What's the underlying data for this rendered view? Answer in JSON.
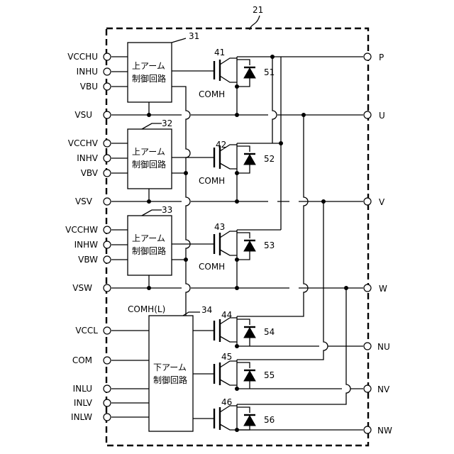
{
  "module_ref": "21",
  "comh_label": "COMH",
  "comhl_label": "COMH(L)",
  "left_terminals": [
    "VCCHU",
    "INHU",
    "VBU",
    "VSU",
    "VCCHV",
    "INHV",
    "VBV",
    "VSV",
    "VCCHW",
    "INHW",
    "VBW",
    "VSW",
    "VCCL",
    "COM",
    "INLU",
    "INLV",
    "INLW"
  ],
  "right_terminals": [
    "P",
    "U",
    "V",
    "W",
    "NU",
    "NV",
    "NW"
  ],
  "upper_blocks": [
    {
      "ref": "31",
      "line1": "上アーム",
      "line2": "制御回路"
    },
    {
      "ref": "32",
      "line1": "上アーム",
      "line2": "制御回路"
    },
    {
      "ref": "33",
      "line1": "上アーム",
      "line2": "制御回路"
    }
  ],
  "lower_block": {
    "ref": "34",
    "line1": "下アーム",
    "line2": "制御回路"
  },
  "switches": [
    {
      "transistor": "41",
      "diode": "51"
    },
    {
      "transistor": "42",
      "diode": "52"
    },
    {
      "transistor": "43",
      "diode": "53"
    },
    {
      "transistor": "44",
      "diode": "54"
    },
    {
      "transistor": "45",
      "diode": "55"
    },
    {
      "transistor": "46",
      "diode": "56"
    }
  ]
}
